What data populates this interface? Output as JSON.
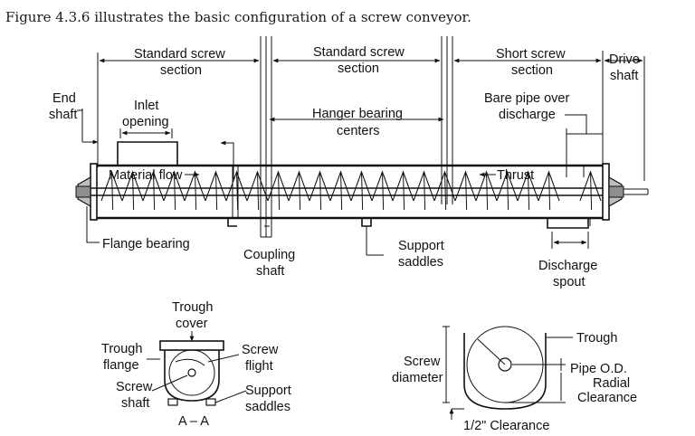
{
  "caption": "Figure 4.3.6 illustrates the basic configuration of a screw conveyor.",
  "labels": {
    "standard_screw_1": "Standard screw",
    "section_1": "section",
    "standard_screw_2": "Standard screw",
    "section_2": "section",
    "short_screw": "Short screw",
    "section_3": "section",
    "drive": "Drive",
    "shaft_drive": "shaft",
    "end": "End",
    "shaft_end": "shaft",
    "inlet": "Inlet",
    "opening": "opening",
    "hanger_bearing": "Hanger bearing",
    "centers": "centers",
    "bare_pipe_over": "Bare pipe over",
    "discharge": "discharge",
    "material_flow": "Material flow",
    "thrust": "Thrust",
    "flange_bearing": "Flange bearing",
    "coupling": "Coupling",
    "shaft_coupling": "shaft",
    "support": "Support",
    "saddles": "saddles",
    "discharge_2": "Discharge",
    "spout": "spout",
    "trough_top": "Trough",
    "cover": "cover",
    "trough_left": "Trough",
    "flange": "flange",
    "screw_left": "Screw",
    "shaft_left": "shaft",
    "screw_flight_1": "Screw",
    "screw_flight_2": "flight",
    "support_2": "Support",
    "saddles_2": "saddles",
    "section_aa": "A – A",
    "screw_dia_1": "Screw",
    "screw_dia_2": "diameter",
    "trough_right": "Trough",
    "pipe_od": "Pipe O.D.",
    "radial": "Radial",
    "clearance": "Clearance",
    "half_clearance": "1/2\" Clearance"
  }
}
